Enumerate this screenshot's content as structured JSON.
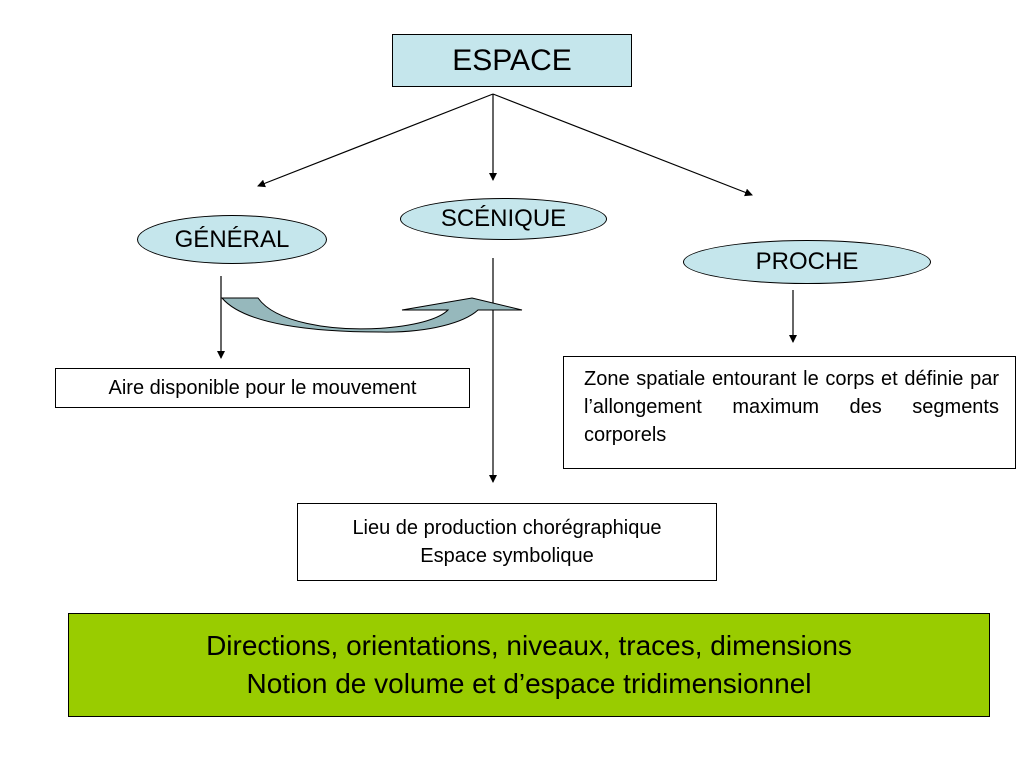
{
  "root": {
    "label": "ESPACE"
  },
  "categories": {
    "general": "GÉNÉRAL",
    "scenique": "SCÉNIQUE",
    "proche": "PROCHE"
  },
  "definitions": {
    "general": "Aire disponible pour le mouvement",
    "scenique": [
      "Lieu de production chorégraphique",
      "Espace symbolique"
    ],
    "proche": "Zone spatiale entourant le corps et définie par l’allongement maximum des segments corporels"
  },
  "summary": {
    "lines": [
      "Directions, orientations, niveaux, traces, dimensions",
      "Notion de volume et d’espace tridimensionnel"
    ]
  },
  "colors": {
    "node_fill": "#c5e6ec",
    "summary_fill": "#99cc00",
    "curved_arrow_fill": "#96b8bc"
  }
}
